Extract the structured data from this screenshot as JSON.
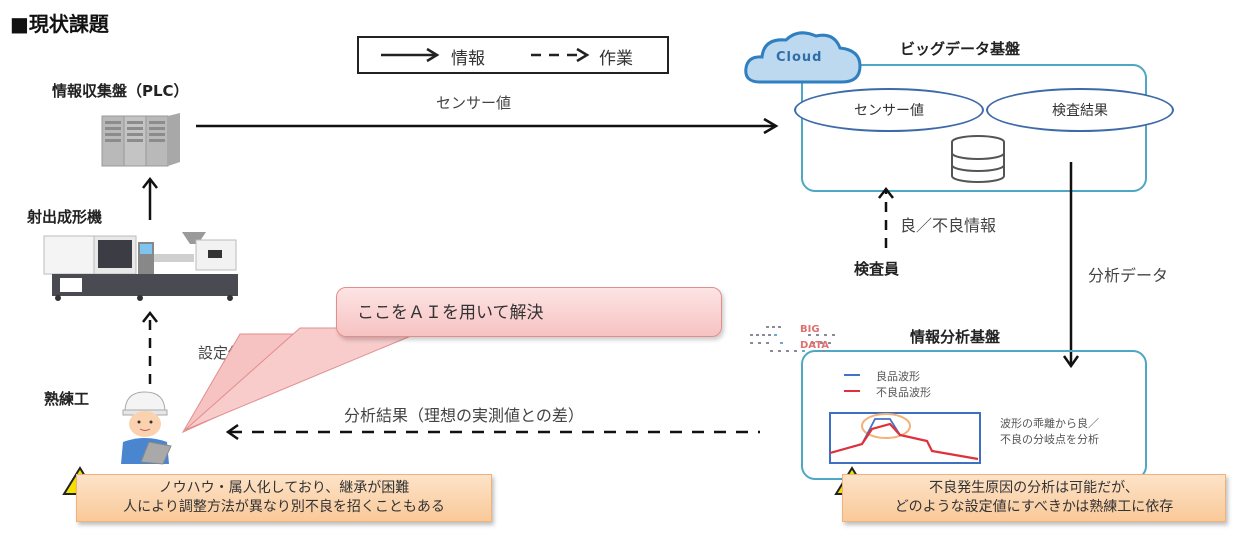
{
  "title": "■現状課題",
  "legend": {
    "solid_label": "情報",
    "dashed_label": "作業"
  },
  "nodes": {
    "plc": {
      "label": "情報収集盤（PLC）",
      "icon": "server-rack-icon"
    },
    "machine": {
      "label": "射出成形機",
      "icon": "injection-molding-machine-icon"
    },
    "expert": {
      "label": "熟練工",
      "icon": "worker-with-tablet-icon"
    },
    "inspector": {
      "label": "検査員"
    },
    "bigdata": {
      "title": "ビッグデータ基盤",
      "cloud_label": "Cloud",
      "items": [
        "センサー値",
        "検査結果"
      ],
      "icon": "database-icon"
    },
    "analysis": {
      "title": "情報分析基盤",
      "icon": "big-data-analysis-icon",
      "legend": [
        {
          "label": "良品波形",
          "color": "#4472c4"
        },
        {
          "label": "不良品波形",
          "color": "#e0303a"
        }
      ],
      "description_lines": [
        "波形の乖離から良／",
        "不良の分岐点を分析"
      ]
    }
  },
  "edges": {
    "sensor_value": "センサー値",
    "set_value": "設定値",
    "good_bad_info": "良／不良情報",
    "analysis_data": "分析データ",
    "analysis_result": "分析結果（理想の実測値との差）"
  },
  "callout": {
    "text": "ここをＡＩを用いて解決"
  },
  "issues": [
    {
      "icon": "warning-icon",
      "lines": [
        "ノウハウ・属人化しており、継承が困難",
        "人により調整方法が異なり別不良を招くこともある"
      ]
    },
    {
      "icon": "warning-icon",
      "lines": [
        "不良発生原因の分析は可能だが、",
        "どのような設定値にすべきかは熟練工に依存"
      ]
    }
  ],
  "colors": {
    "container_border": "#4ea7c4",
    "ellipse_border": "#3d6aa8",
    "cloud_fill": "#bcd9ef",
    "cloud_border": "#2f7fc1",
    "note_fill": "#f9c999",
    "callout_fill": "#f7c2c2",
    "good_wave": "#4472c4",
    "bad_wave": "#e0303a",
    "highlight_circle": "#f2b27a"
  }
}
